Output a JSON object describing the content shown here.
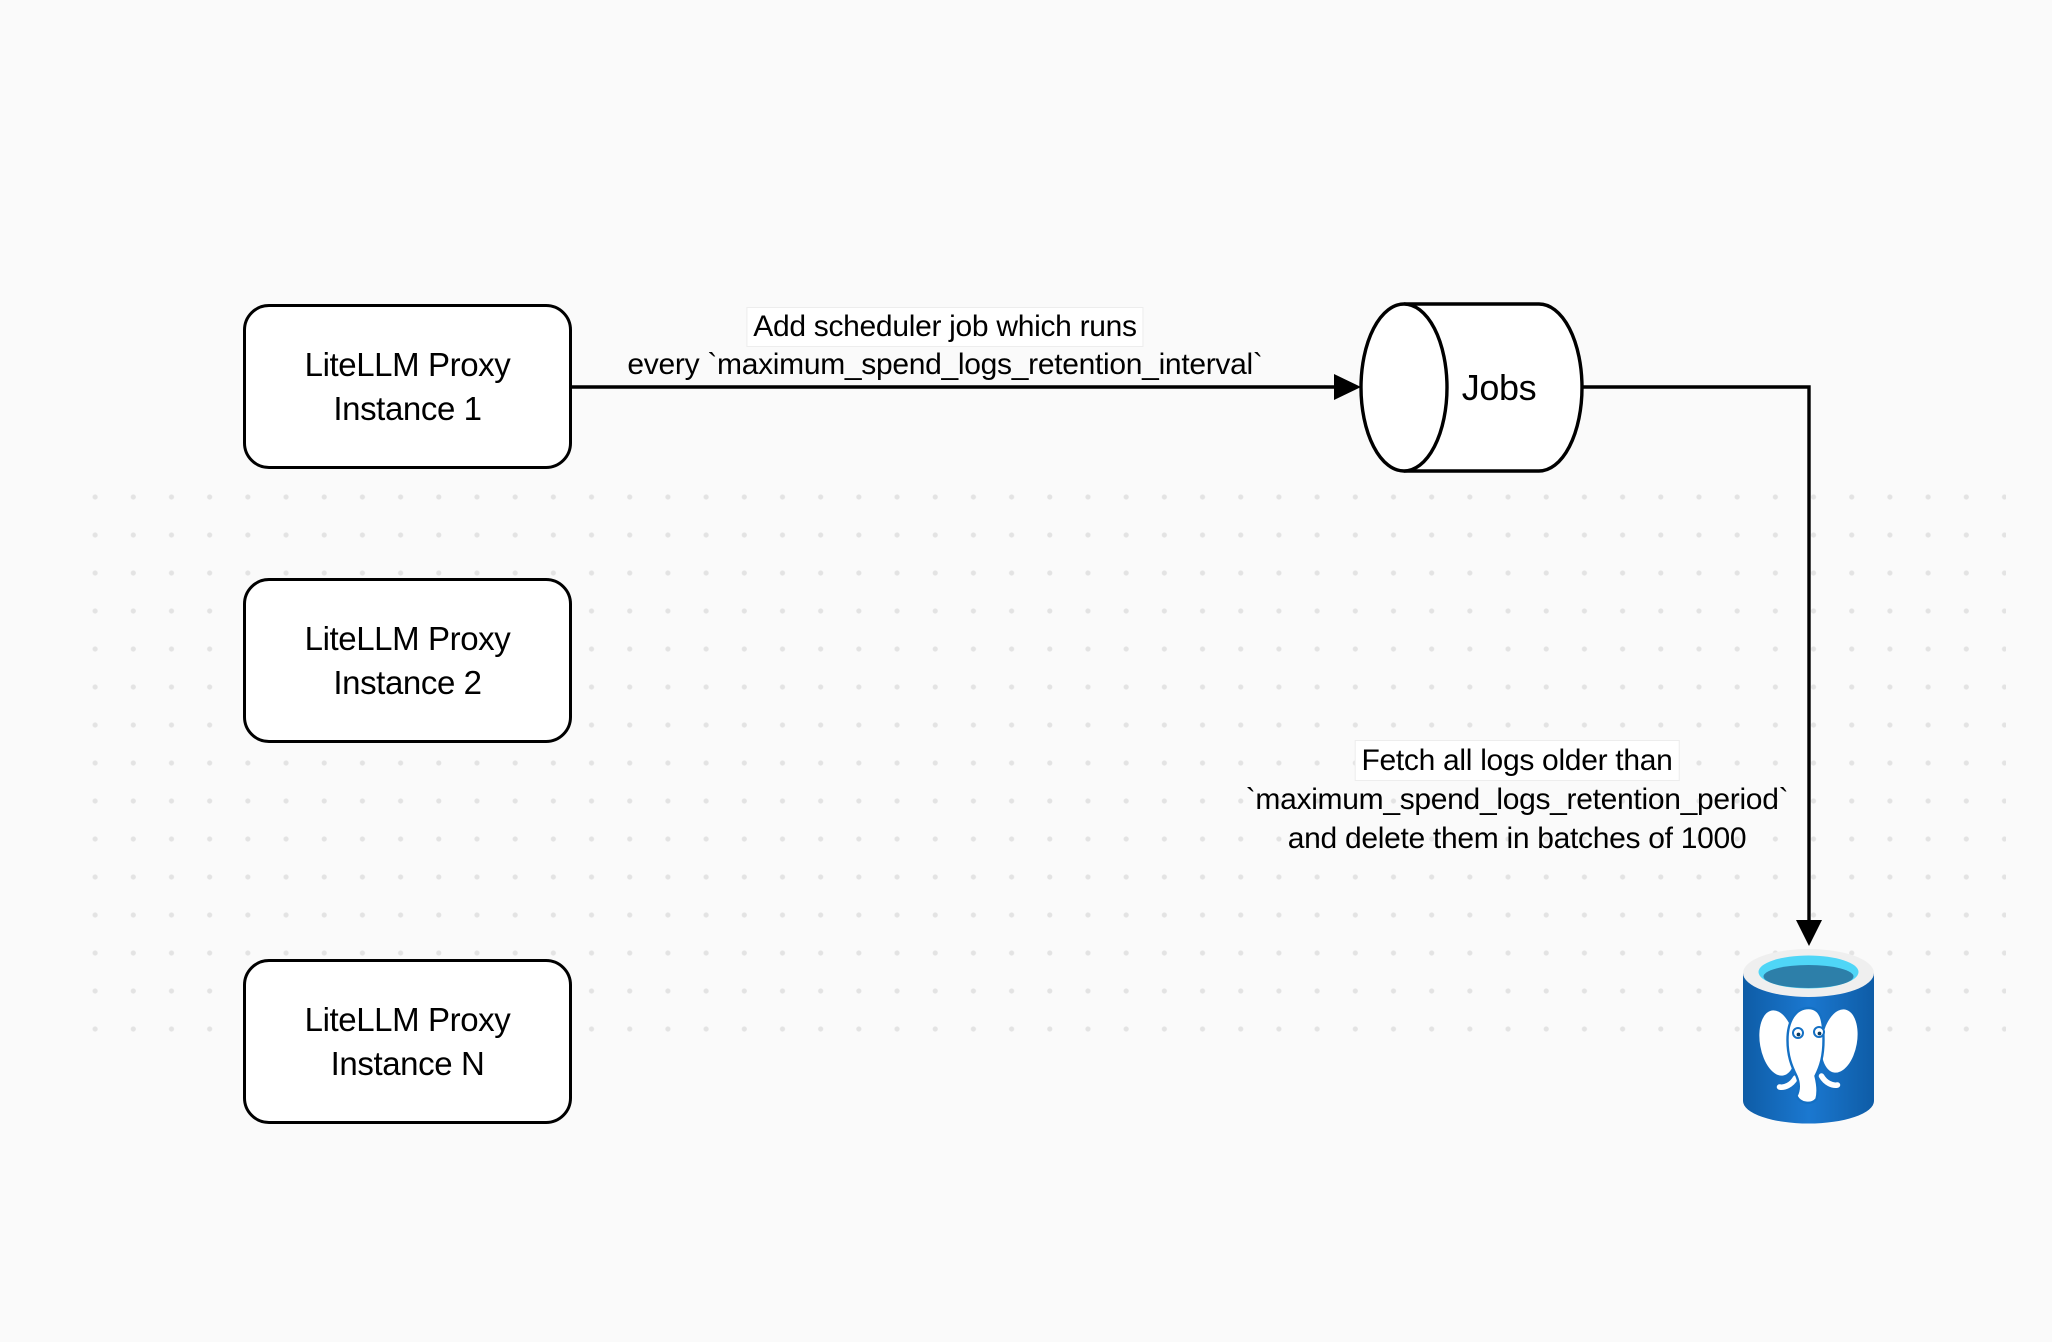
{
  "diagram": {
    "title": "LiteLLM spend logs retention scheduler diagram",
    "background_color": "#FAFAFA",
    "nodes": {
      "proxy_instances": [
        {
          "line1": "LiteLLM Proxy",
          "line2": "Instance 1"
        },
        {
          "line1": "LiteLLM Proxy",
          "line2": "Instance 2"
        },
        {
          "line1": "LiteLLM Proxy",
          "line2": "Instance N"
        }
      ],
      "jobs_queue": {
        "label": "Jobs",
        "shape": "horizontal-cylinder"
      },
      "database": {
        "icon": "postgresql-elephant-database-icon"
      }
    },
    "edges": {
      "schedule": {
        "from": "LiteLLM Proxy Instance 1",
        "to": "Jobs",
        "label_line1": "Add scheduler job which runs",
        "label_line2": "every `maximum_spend_logs_retention_interval`"
      },
      "delete": {
        "from": "Jobs",
        "to": "PostgreSQL",
        "label_line1": "Fetch all logs older than",
        "label_line2": "`maximum_spend_logs_retention_period`",
        "label_line3": "and delete them in batches of 1000"
      }
    },
    "colors": {
      "stroke": "#000000",
      "node_fill": "#FFFFFF",
      "dot_grid": "#E3E3E3",
      "postgres_body": "#1470C4",
      "postgres_body_dark": "#0E5CA6",
      "postgres_body_light": "#1B78D0",
      "postgres_rim": "#EFEFEF",
      "postgres_water_light": "#4FD6F7",
      "postgres_water_dark": "#2D7FA9",
      "postgres_eye": "#0D3C61",
      "elephant": "#FFFFFF"
    }
  }
}
